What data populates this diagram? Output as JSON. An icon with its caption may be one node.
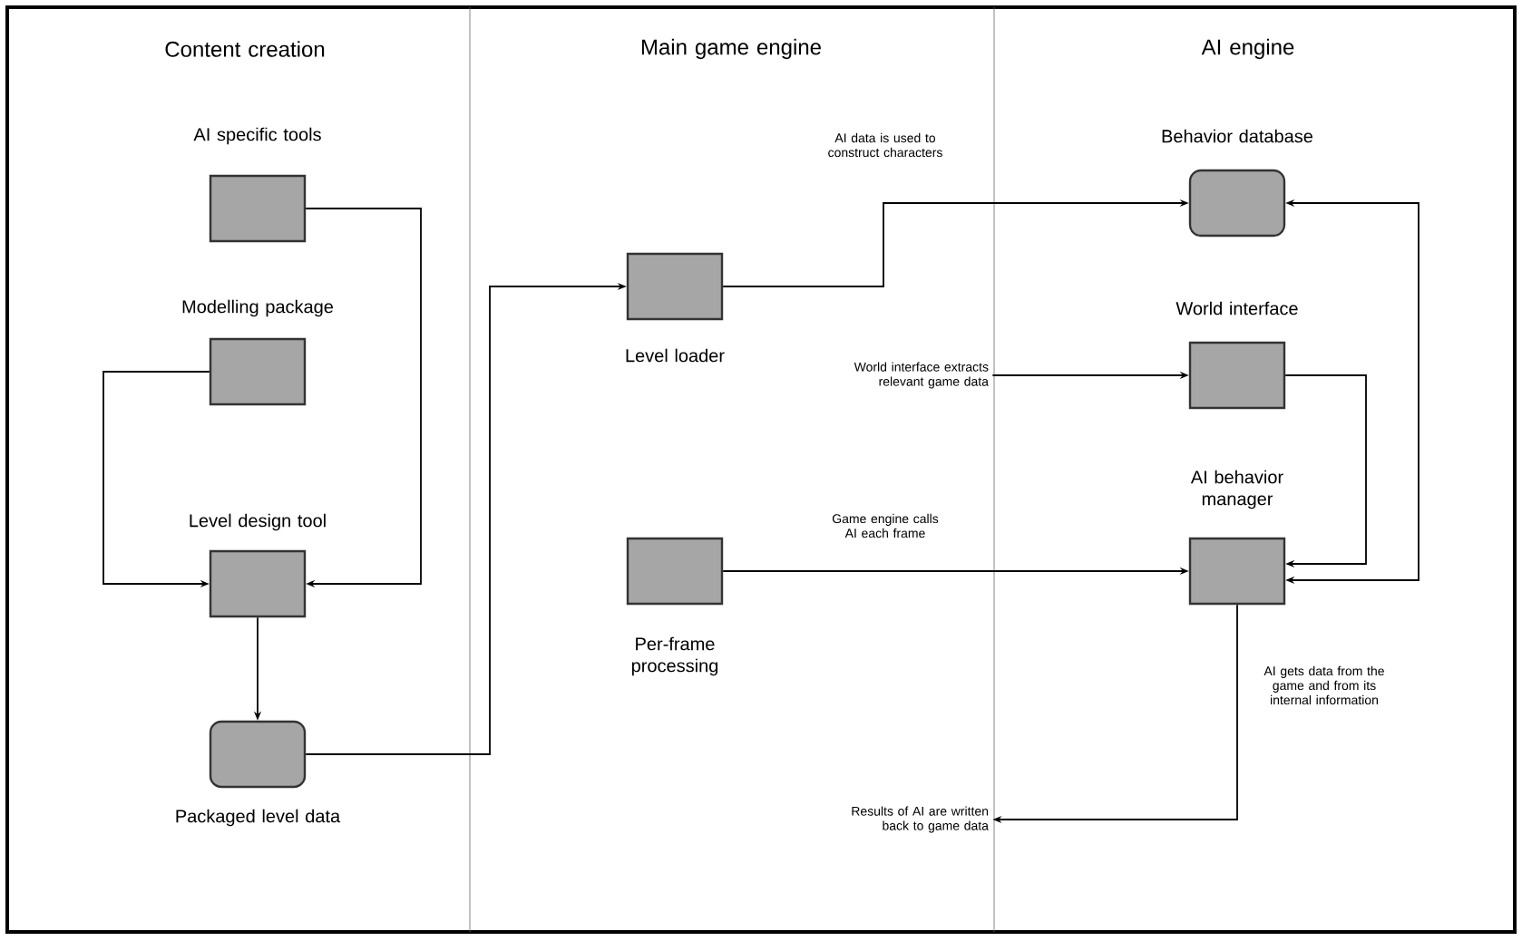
{
  "diagram": {
    "nodes": [
      {
        "text": [
          "AI specific tools"
        ]
      },
      {
        "text": [
          "Modelling package"
        ]
      },
      {
        "text": [
          "Level design tool"
        ]
      },
      {
        "text": [
          "Packaged level data"
        ]
      },
      {
        "text": [
          "Level loader"
        ]
      },
      {
        "text": [
          "Per-frame processing"
        ]
      },
      {
        "text": [
          "Behavior database"
        ]
      },
      {
        "text": [
          "World interface"
        ]
      },
      {
        "text": [
          "AI behavior manager"
        ]
      },
      {
        "text": [
          "World interface extracts relevant game data"
        ]
      },
      {
        "text": [
          "Results of AI are written back to game data"
        ]
      }
    ],
    "edges": [
      {
        "from": 0,
        "to": 2,
        "arrow": "to"
      },
      {
        "from": 1,
        "to": 2,
        "arrow": "to"
      },
      {
        "from": 2,
        "to": 3,
        "arrow": "to"
      },
      {
        "from": 3,
        "to": 4,
        "arrow": "to"
      },
      {
        "from": 4,
        "to": 6,
        "arrow": "to",
        "label": "AI data is used to construct characters"
      },
      {
        "from": 9,
        "to": 7,
        "arrow": "to"
      },
      {
        "from": 5,
        "to": 8,
        "arrow": "to",
        "label": "Game engine calls AI each frame"
      },
      {
        "from": 7,
        "to": 8,
        "arrow": "to"
      },
      {
        "from": 6,
        "to": 8,
        "arrow": "both"
      },
      {
        "from": 8,
        "to": 10,
        "arrow": "to"
      }
    ],
    "labels": [
      "Content creation",
      "Main game engine",
      "AI engine",
      "AI gets data from the game and from its internal information"
    ]
  }
}
